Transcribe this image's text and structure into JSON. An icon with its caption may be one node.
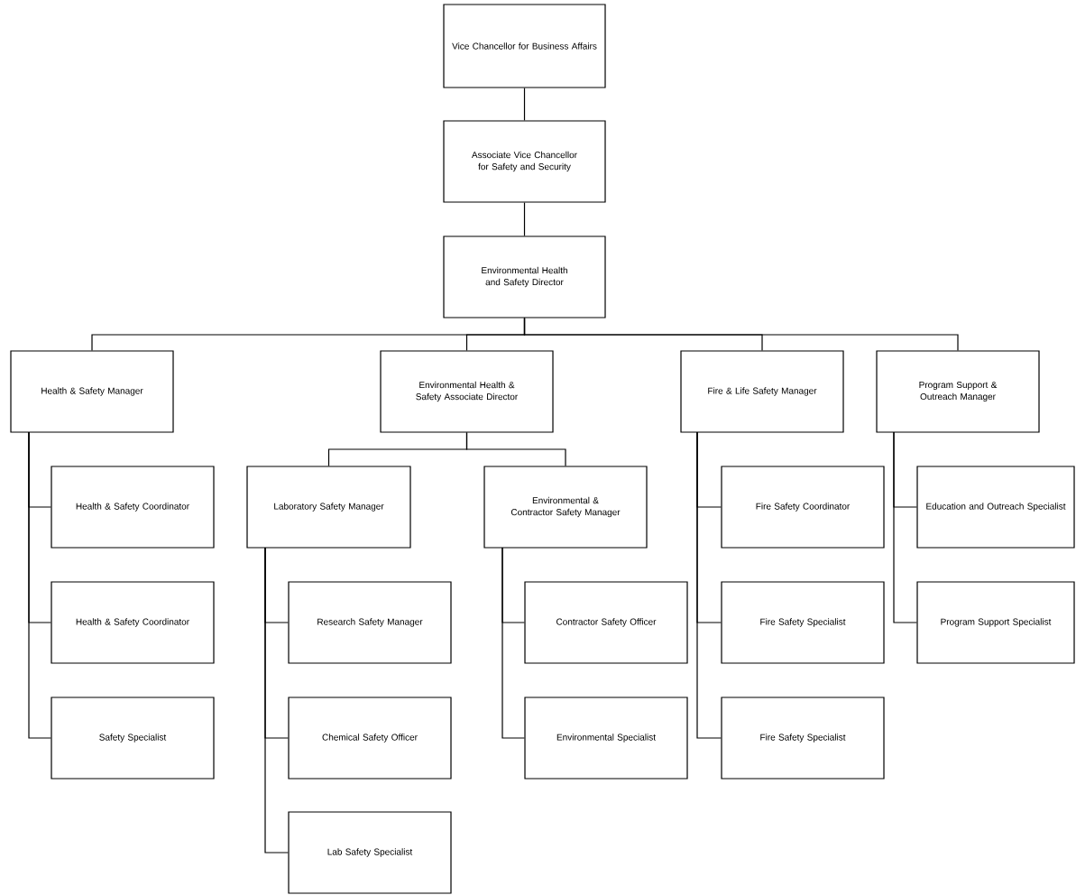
{
  "diagram": {
    "nodes": [
      {
        "text": [
          "Vice Chancellor for Business Affairs"
        ]
      },
      {
        "text": [
          "Associate Vice Chancellor for Safety and Security"
        ]
      },
      {
        "text": [
          "Environmental Health and Safety Director"
        ]
      },
      {
        "text": [
          "Health & Safety Manager"
        ]
      },
      {
        "text": [
          "Environmental Health & Safety Associate Director"
        ]
      },
      {
        "text": [
          "Fire & Life Safety Manager"
        ]
      },
      {
        "text": [
          "Program Support & Outreach Manager"
        ]
      },
      {
        "text": [
          "Health & Safety Coordinator"
        ]
      },
      {
        "text": [
          "Health & Safety Coordinator"
        ]
      },
      {
        "text": [
          "Safety Specialist"
        ]
      },
      {
        "text": [
          "Laboratory Safety Manager"
        ]
      },
      {
        "text": [
          "Environmental & Contractor Safety Manager"
        ]
      },
      {
        "text": [
          "Research Safety Manager"
        ]
      },
      {
        "text": [
          "Chemical Safety Officer"
        ]
      },
      {
        "text": [
          "Lab Safety Specialist"
        ]
      },
      {
        "text": [
          "Contractor Safety Officer"
        ]
      },
      {
        "text": [
          "Environmental Specialist"
        ]
      },
      {
        "text": [
          "Fire Safety Coordinator"
        ]
      },
      {
        "text": [
          "Fire Safety Specialist"
        ]
      },
      {
        "text": [
          "Fire Safety Specialist"
        ]
      },
      {
        "text": [
          "Education and Outreach Specialist"
        ]
      },
      {
        "text": [
          "Program Support Specialist"
        ]
      }
    ],
    "edges": [
      {
        "from": 0,
        "to": 1,
        "arrow": "none"
      },
      {
        "from": 1,
        "to": 2,
        "arrow": "none"
      },
      {
        "from": 2,
        "to": 3,
        "arrow": "none"
      },
      {
        "from": 2,
        "to": 4,
        "arrow": "none"
      },
      {
        "from": 2,
        "to": 5,
        "arrow": "none"
      },
      {
        "from": 2,
        "to": 6,
        "arrow": "none"
      },
      {
        "from": 3,
        "to": 7,
        "arrow": "none"
      },
      {
        "from": 3,
        "to": 8,
        "arrow": "none"
      },
      {
        "from": 3,
        "to": 9,
        "arrow": "none"
      },
      {
        "from": 4,
        "to": 10,
        "arrow": "none"
      },
      {
        "from": 4,
        "to": 11,
        "arrow": "none"
      },
      {
        "from": 10,
        "to": 12,
        "arrow": "none"
      },
      {
        "from": 10,
        "to": 13,
        "arrow": "none"
      },
      {
        "from": 10,
        "to": 14,
        "arrow": "none"
      },
      {
        "from": 11,
        "to": 15,
        "arrow": "none"
      },
      {
        "from": 11,
        "to": 16,
        "arrow": "none"
      },
      {
        "from": 5,
        "to": 17,
        "arrow": "none"
      },
      {
        "from": 5,
        "to": 18,
        "arrow": "none"
      },
      {
        "from": 5,
        "to": 19,
        "arrow": "none"
      },
      {
        "from": 6,
        "to": 20,
        "arrow": "none"
      },
      {
        "from": 6,
        "to": 21,
        "arrow": "none"
      }
    ]
  }
}
